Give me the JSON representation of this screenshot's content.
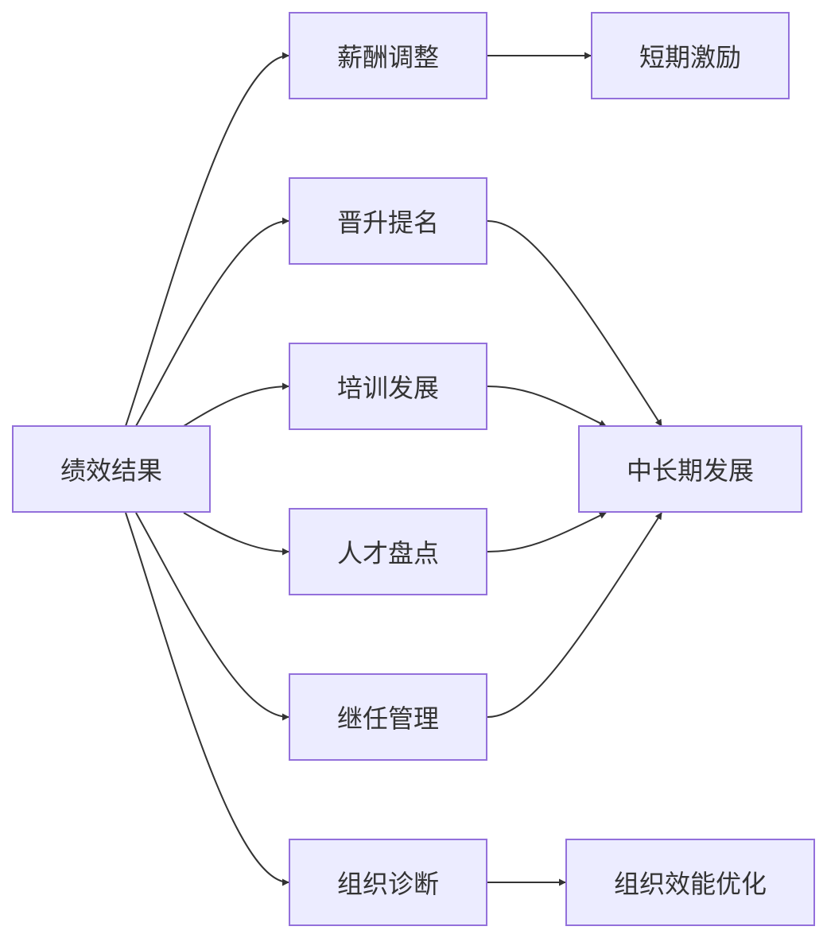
{
  "diagram": {
    "type": "flowchart",
    "colors": {
      "node_fill": "#ececff",
      "node_border": "#9370db",
      "text": "#333333",
      "edge": "#333333"
    },
    "nodes": {
      "performance_result": "绩效结果",
      "salary_adjustment": "薪酬调整",
      "short_term_incentive": "短期激励",
      "promotion_nomination": "晋升提名",
      "training_development": "培训发展",
      "mid_long_term_development": "中长期发展",
      "talent_review": "人才盘点",
      "succession_management": "继任管理",
      "org_diagnosis": "组织诊断",
      "org_effectiveness": "组织效能优化"
    },
    "edges": [
      {
        "from": "performance_result",
        "to": "salary_adjustment"
      },
      {
        "from": "performance_result",
        "to": "promotion_nomination"
      },
      {
        "from": "performance_result",
        "to": "training_development"
      },
      {
        "from": "performance_result",
        "to": "talent_review"
      },
      {
        "from": "performance_result",
        "to": "succession_management"
      },
      {
        "from": "performance_result",
        "to": "org_diagnosis"
      },
      {
        "from": "salary_adjustment",
        "to": "short_term_incentive"
      },
      {
        "from": "promotion_nomination",
        "to": "mid_long_term_development"
      },
      {
        "from": "training_development",
        "to": "mid_long_term_development"
      },
      {
        "from": "talent_review",
        "to": "mid_long_term_development"
      },
      {
        "from": "succession_management",
        "to": "mid_long_term_development"
      },
      {
        "from": "org_diagnosis",
        "to": "org_effectiveness"
      }
    ]
  }
}
